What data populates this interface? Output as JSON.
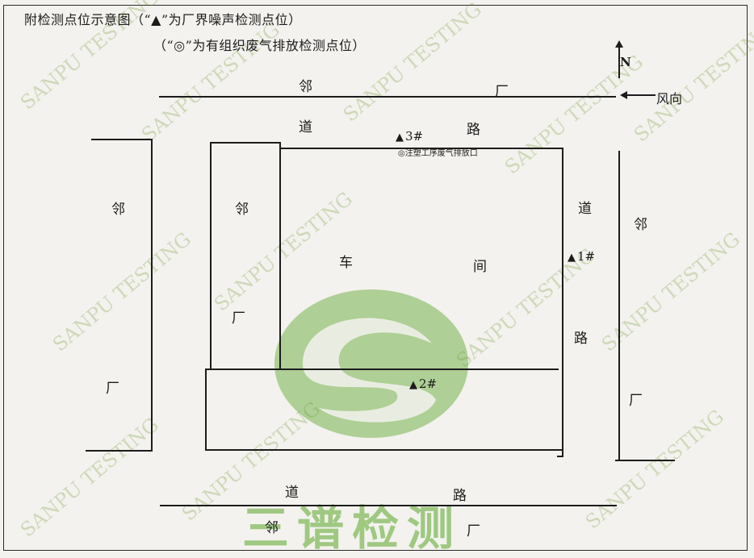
{
  "title": {
    "line1": "附检测点位示意图（“▲”为厂界噪声检测点位）",
    "line2": "（“◎”为有组织废气排放检测点位）"
  },
  "compass": {
    "north": "N",
    "wind": "风向"
  },
  "labels": {
    "top_neighbor": [
      "邻",
      "厂"
    ],
    "top_road": [
      "道",
      "路"
    ],
    "left_neighbor": [
      "邻",
      "厂"
    ],
    "inner_neighbor": [
      "邻",
      "厂"
    ],
    "workshop": [
      "车",
      "间"
    ],
    "right_road": [
      "道",
      "路"
    ],
    "right_neighbor": [
      "邻",
      "厂"
    ],
    "bottom_road": [
      "道",
      "路"
    ],
    "bottom_neighbor": [
      "邻",
      "厂"
    ]
  },
  "points": {
    "p1": {
      "marker": "▲",
      "label": "1#"
    },
    "p2": {
      "marker": "▲",
      "label": "2#"
    },
    "p3": {
      "marker": "▲",
      "label": "3#"
    },
    "exhaust": "◎注塑工序废气排放口"
  },
  "watermark": {
    "text": "SANPU TESTING",
    "brand": "三谱检测"
  },
  "colors": {
    "watermark": "#6e9632",
    "logo": "#5aa528",
    "line": "#1c1c1c"
  }
}
